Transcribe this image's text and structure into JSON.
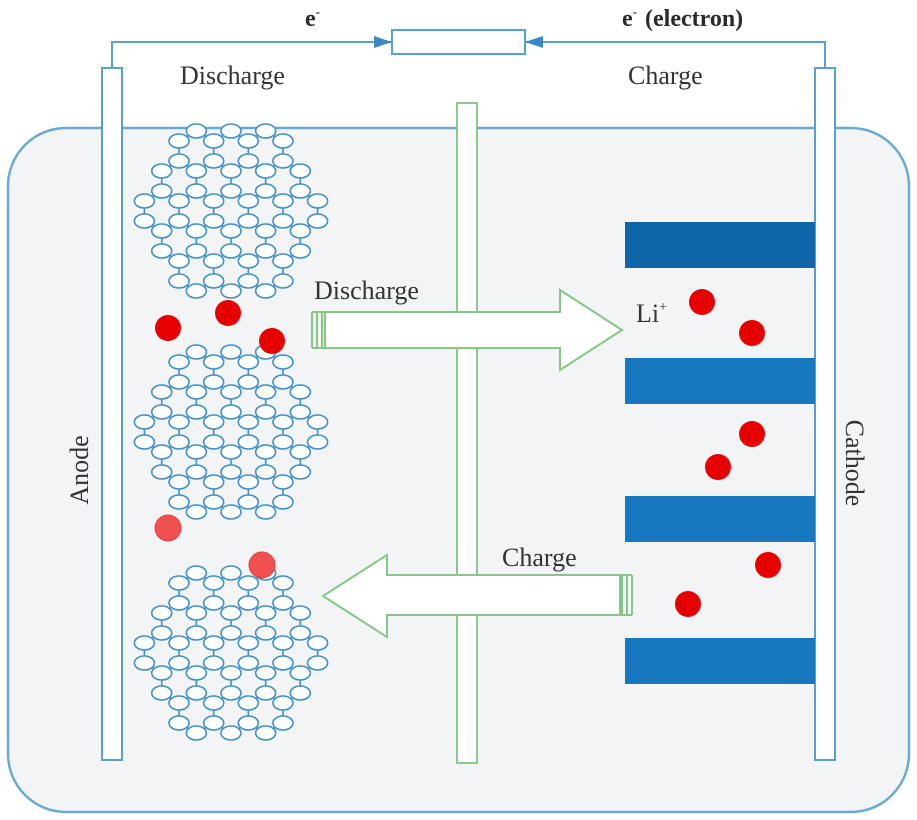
{
  "labels": {
    "wire_left_electron": "e",
    "wire_left_electron_sup": "-",
    "wire_right_electron": "e",
    "wire_right_electron_sup": "-",
    "wire_right_note": "(electron)",
    "top_discharge": "Discharge",
    "top_charge": "Charge",
    "arrow_discharge": "Discharge",
    "arrow_charge": "Charge",
    "li_ion": "Li",
    "li_ion_sup": "+",
    "anode": "Anode",
    "cathode": "Cathode"
  },
  "colors": {
    "outline_blue": "#5aa0cc",
    "lattice_blue": "#3f8fca",
    "cathode_dark": "#0e65a8",
    "cathode_mid": "#1778c0",
    "separator_green": "#8cc98c",
    "arrow_green": "#86c786",
    "ion_red": "#e60000",
    "ion_red_light": "#f05050",
    "text": "#333333"
  }
}
